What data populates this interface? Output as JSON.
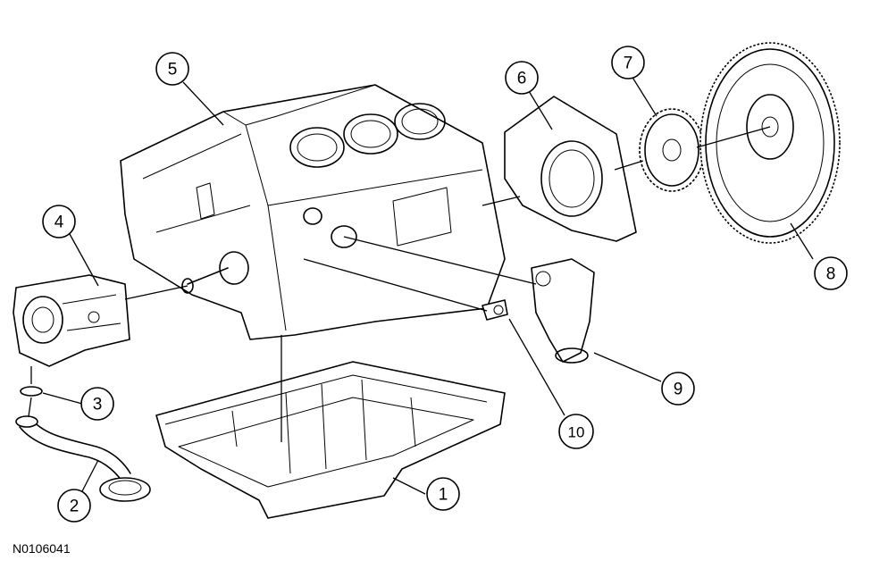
{
  "figure_id": "N0106041",
  "callouts": [
    "1",
    "2",
    "3",
    "4",
    "5",
    "6",
    "7",
    "8",
    "9",
    "10"
  ]
}
